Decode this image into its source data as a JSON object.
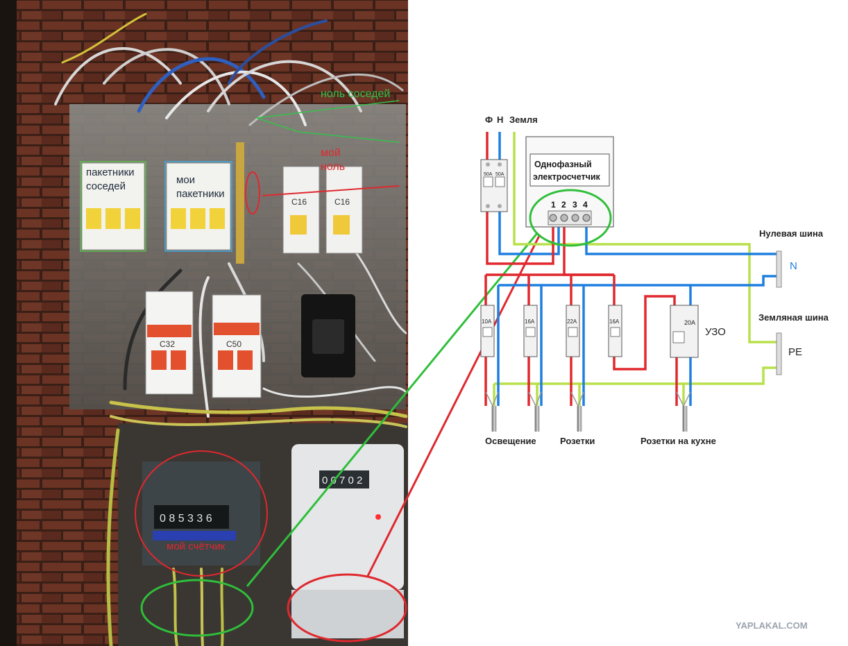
{
  "photo": {
    "labels": {
      "neighbors_neutral": "ноль соседей",
      "my_neutral": "мой ноль",
      "neighbors_breakers": "пакетники соседей",
      "my_breakers": "мои пакетники",
      "my_meter": "мой счётчик"
    },
    "breaker_ratings": [
      "C16",
      "C16",
      "C32",
      "C50"
    ],
    "meter_reading_mine": "0 8 5 3 3 6",
    "meter_reading_other": "0 0 7 0 2"
  },
  "diagram": {
    "input_labels": {
      "phase": "Ф",
      "neutral": "Н",
      "earth": "Земля"
    },
    "meter_title": "Однофазный электросчетчик",
    "terminals": [
      "1",
      "2",
      "3",
      "4"
    ],
    "main_breaker_rating": [
      "50A",
      "50A"
    ],
    "neutral_bus_label": "Нулевая шина",
    "neutral_bus_symbol": "N",
    "earth_bus_label": "Земляная шина",
    "earth_bus_symbol": "PE",
    "branch_breakers": [
      "10A",
      "16A",
      "22A",
      "16A"
    ],
    "rcd_rating": "20A",
    "rcd_label": "УЗО",
    "outputs": [
      "Освещение",
      "Розетки",
      "Розетки на кухне"
    ]
  },
  "watermark": "YAPLAKAL.COM",
  "colors": {
    "phase": "#e0282e",
    "neutral": "#1e7fe0",
    "earth": "#b8e04a",
    "green_mark": "#2fbf3a",
    "red_mark": "#e0282e"
  }
}
